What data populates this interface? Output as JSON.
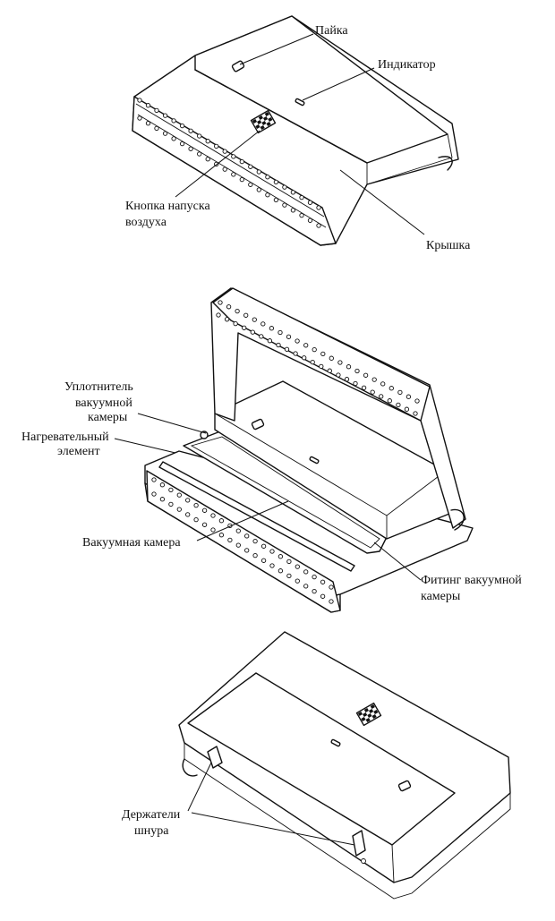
{
  "figure1": {
    "labels": {
      "sealing": "Пайка",
      "indicator": "Индикатор",
      "air_release_1": "Кнопка напуска",
      "air_release_2": "воздуха",
      "lid": "Крышка"
    }
  },
  "figure2": {
    "labels": {
      "gasket_1": "Уплотнитель",
      "gasket_2": "вакуумной",
      "gasket_3": "камеры",
      "heating_1": "Нагревательный",
      "heating_2": "элемент",
      "chamber": "Вакуумная камера",
      "fitting_1": "Фитинг вакуумной",
      "fitting_2": "камеры"
    }
  },
  "figure3": {
    "labels": {
      "cord_holders_1": "Держатели",
      "cord_holders_2": "шнура"
    }
  }
}
